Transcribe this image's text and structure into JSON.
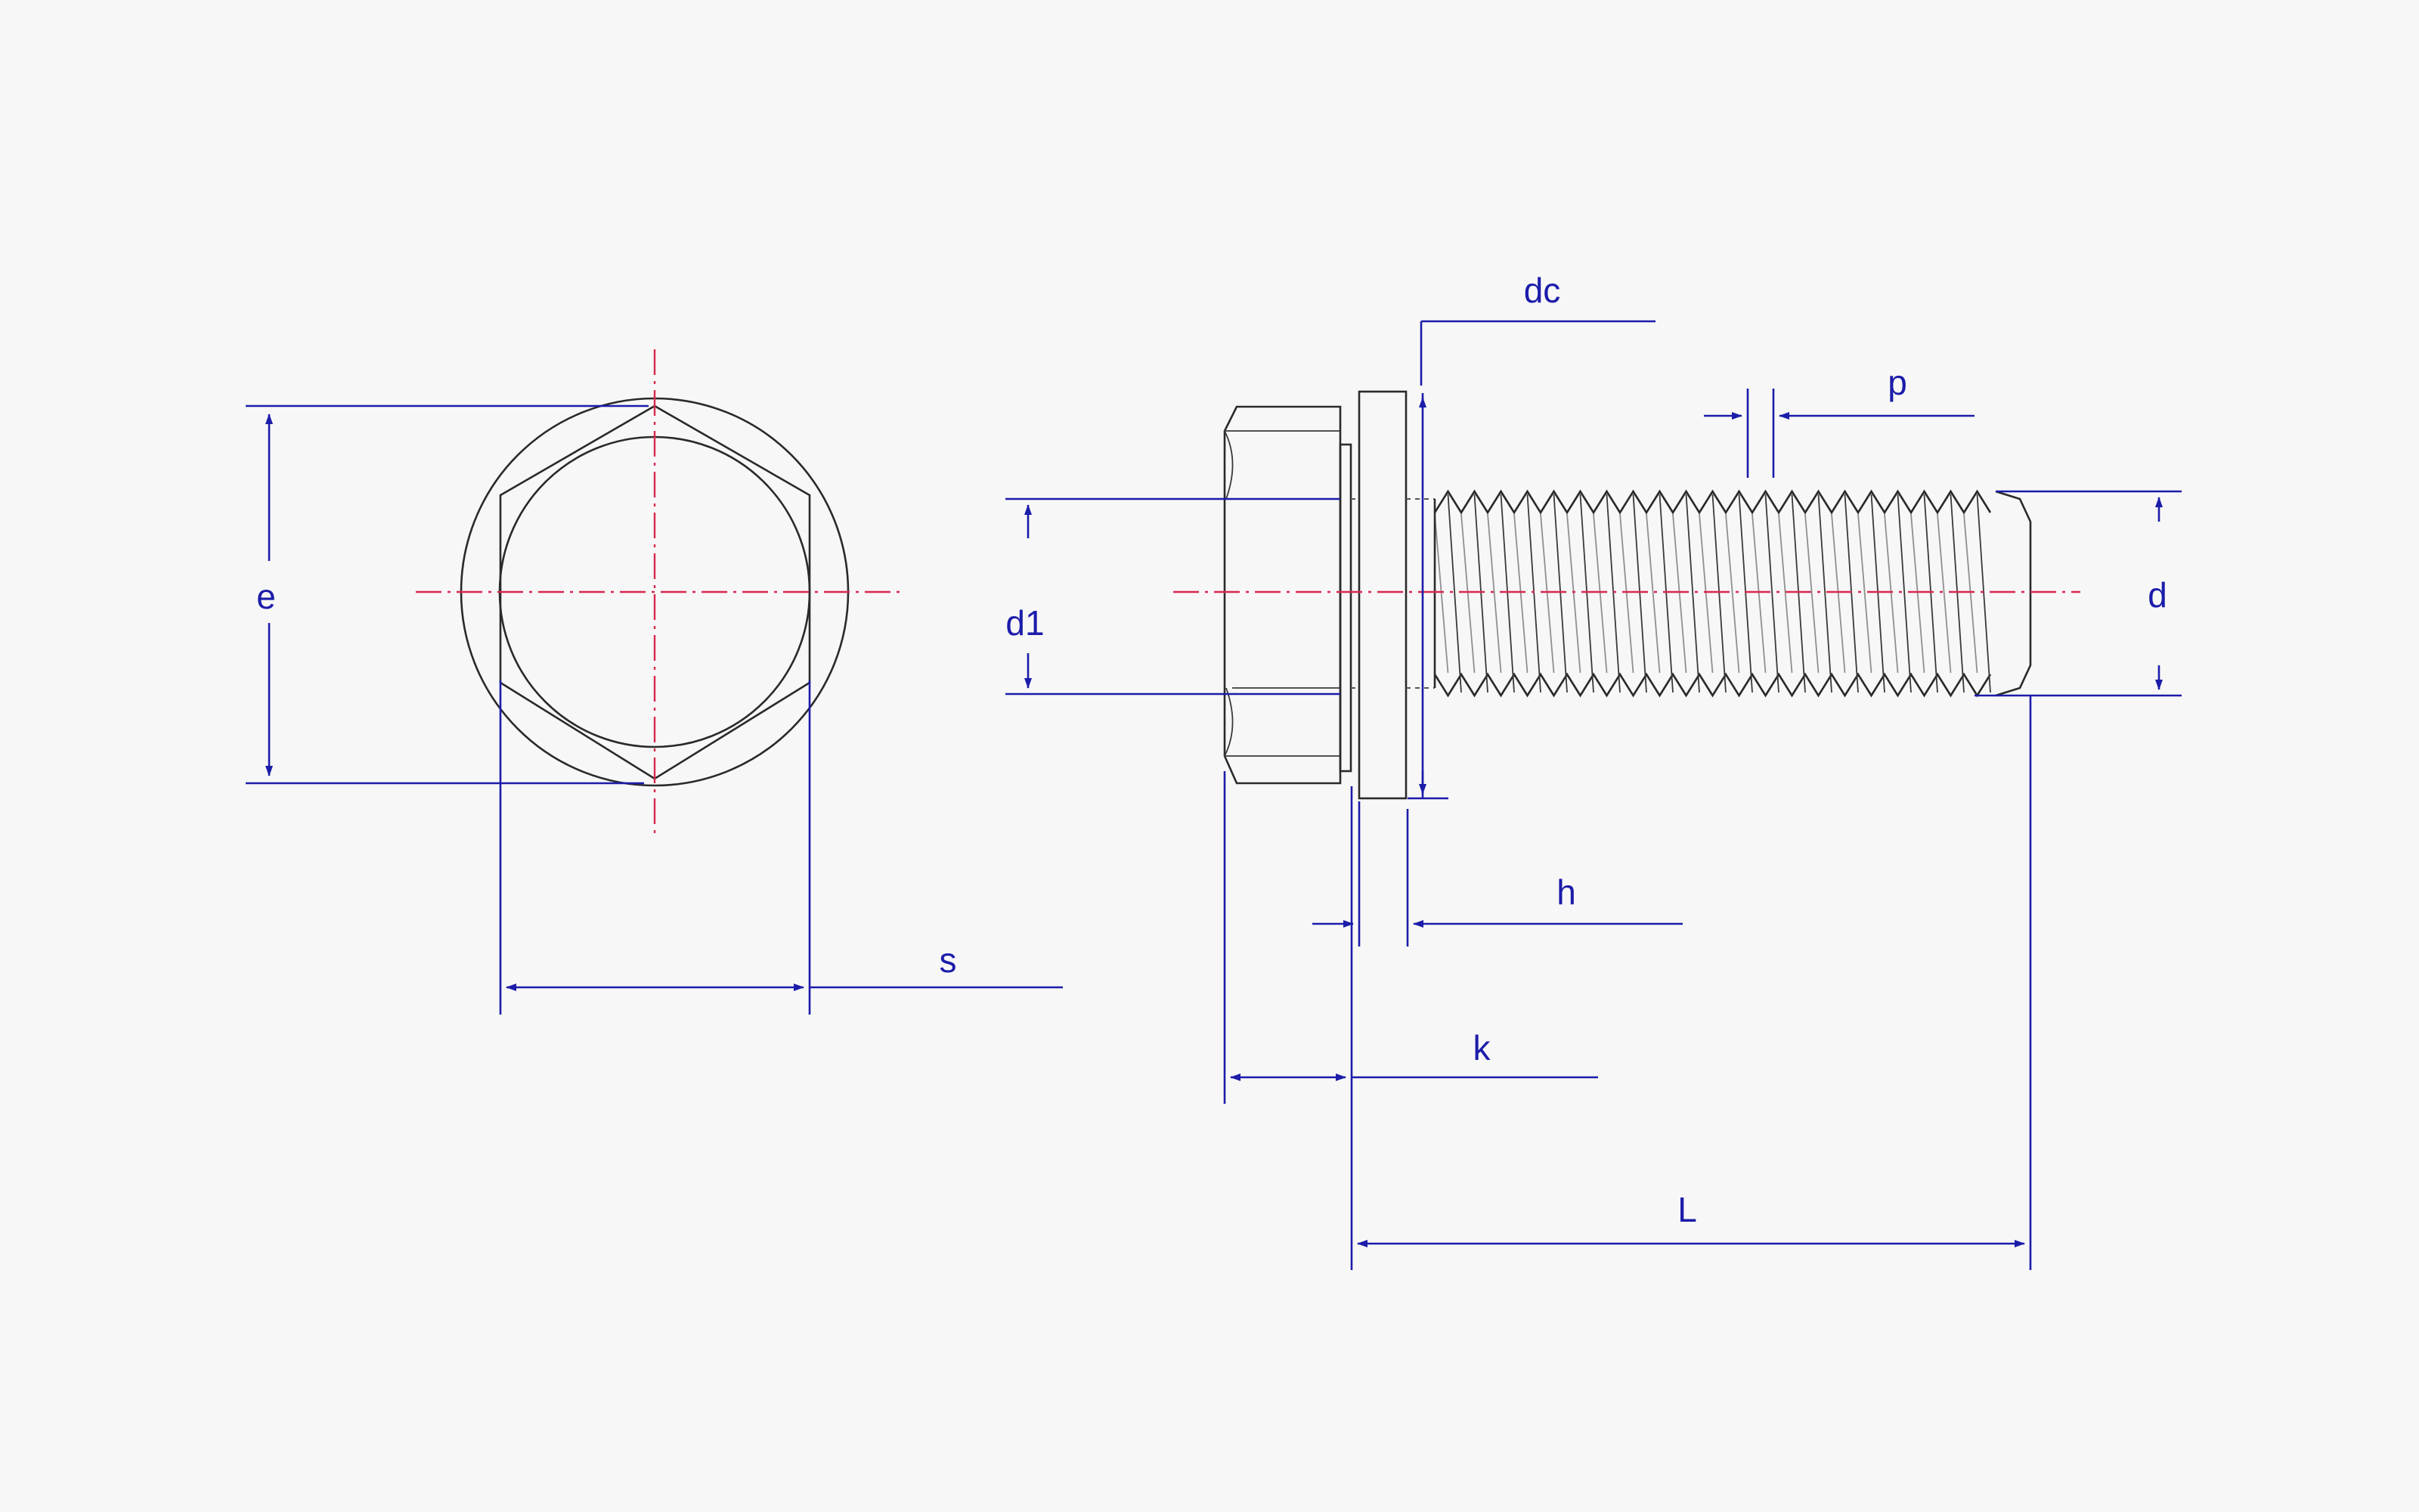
{
  "colors": {
    "background": "#f7f7f7",
    "object_line": "#2a2a2a",
    "dimension_line": "#1c1caa",
    "center_line": "#d8284e"
  },
  "labels": {
    "e": "e",
    "s": "s",
    "dc": "dc",
    "p": "p",
    "d1": "d1",
    "d": "d",
    "h": "h",
    "k": "k",
    "L": "L"
  }
}
